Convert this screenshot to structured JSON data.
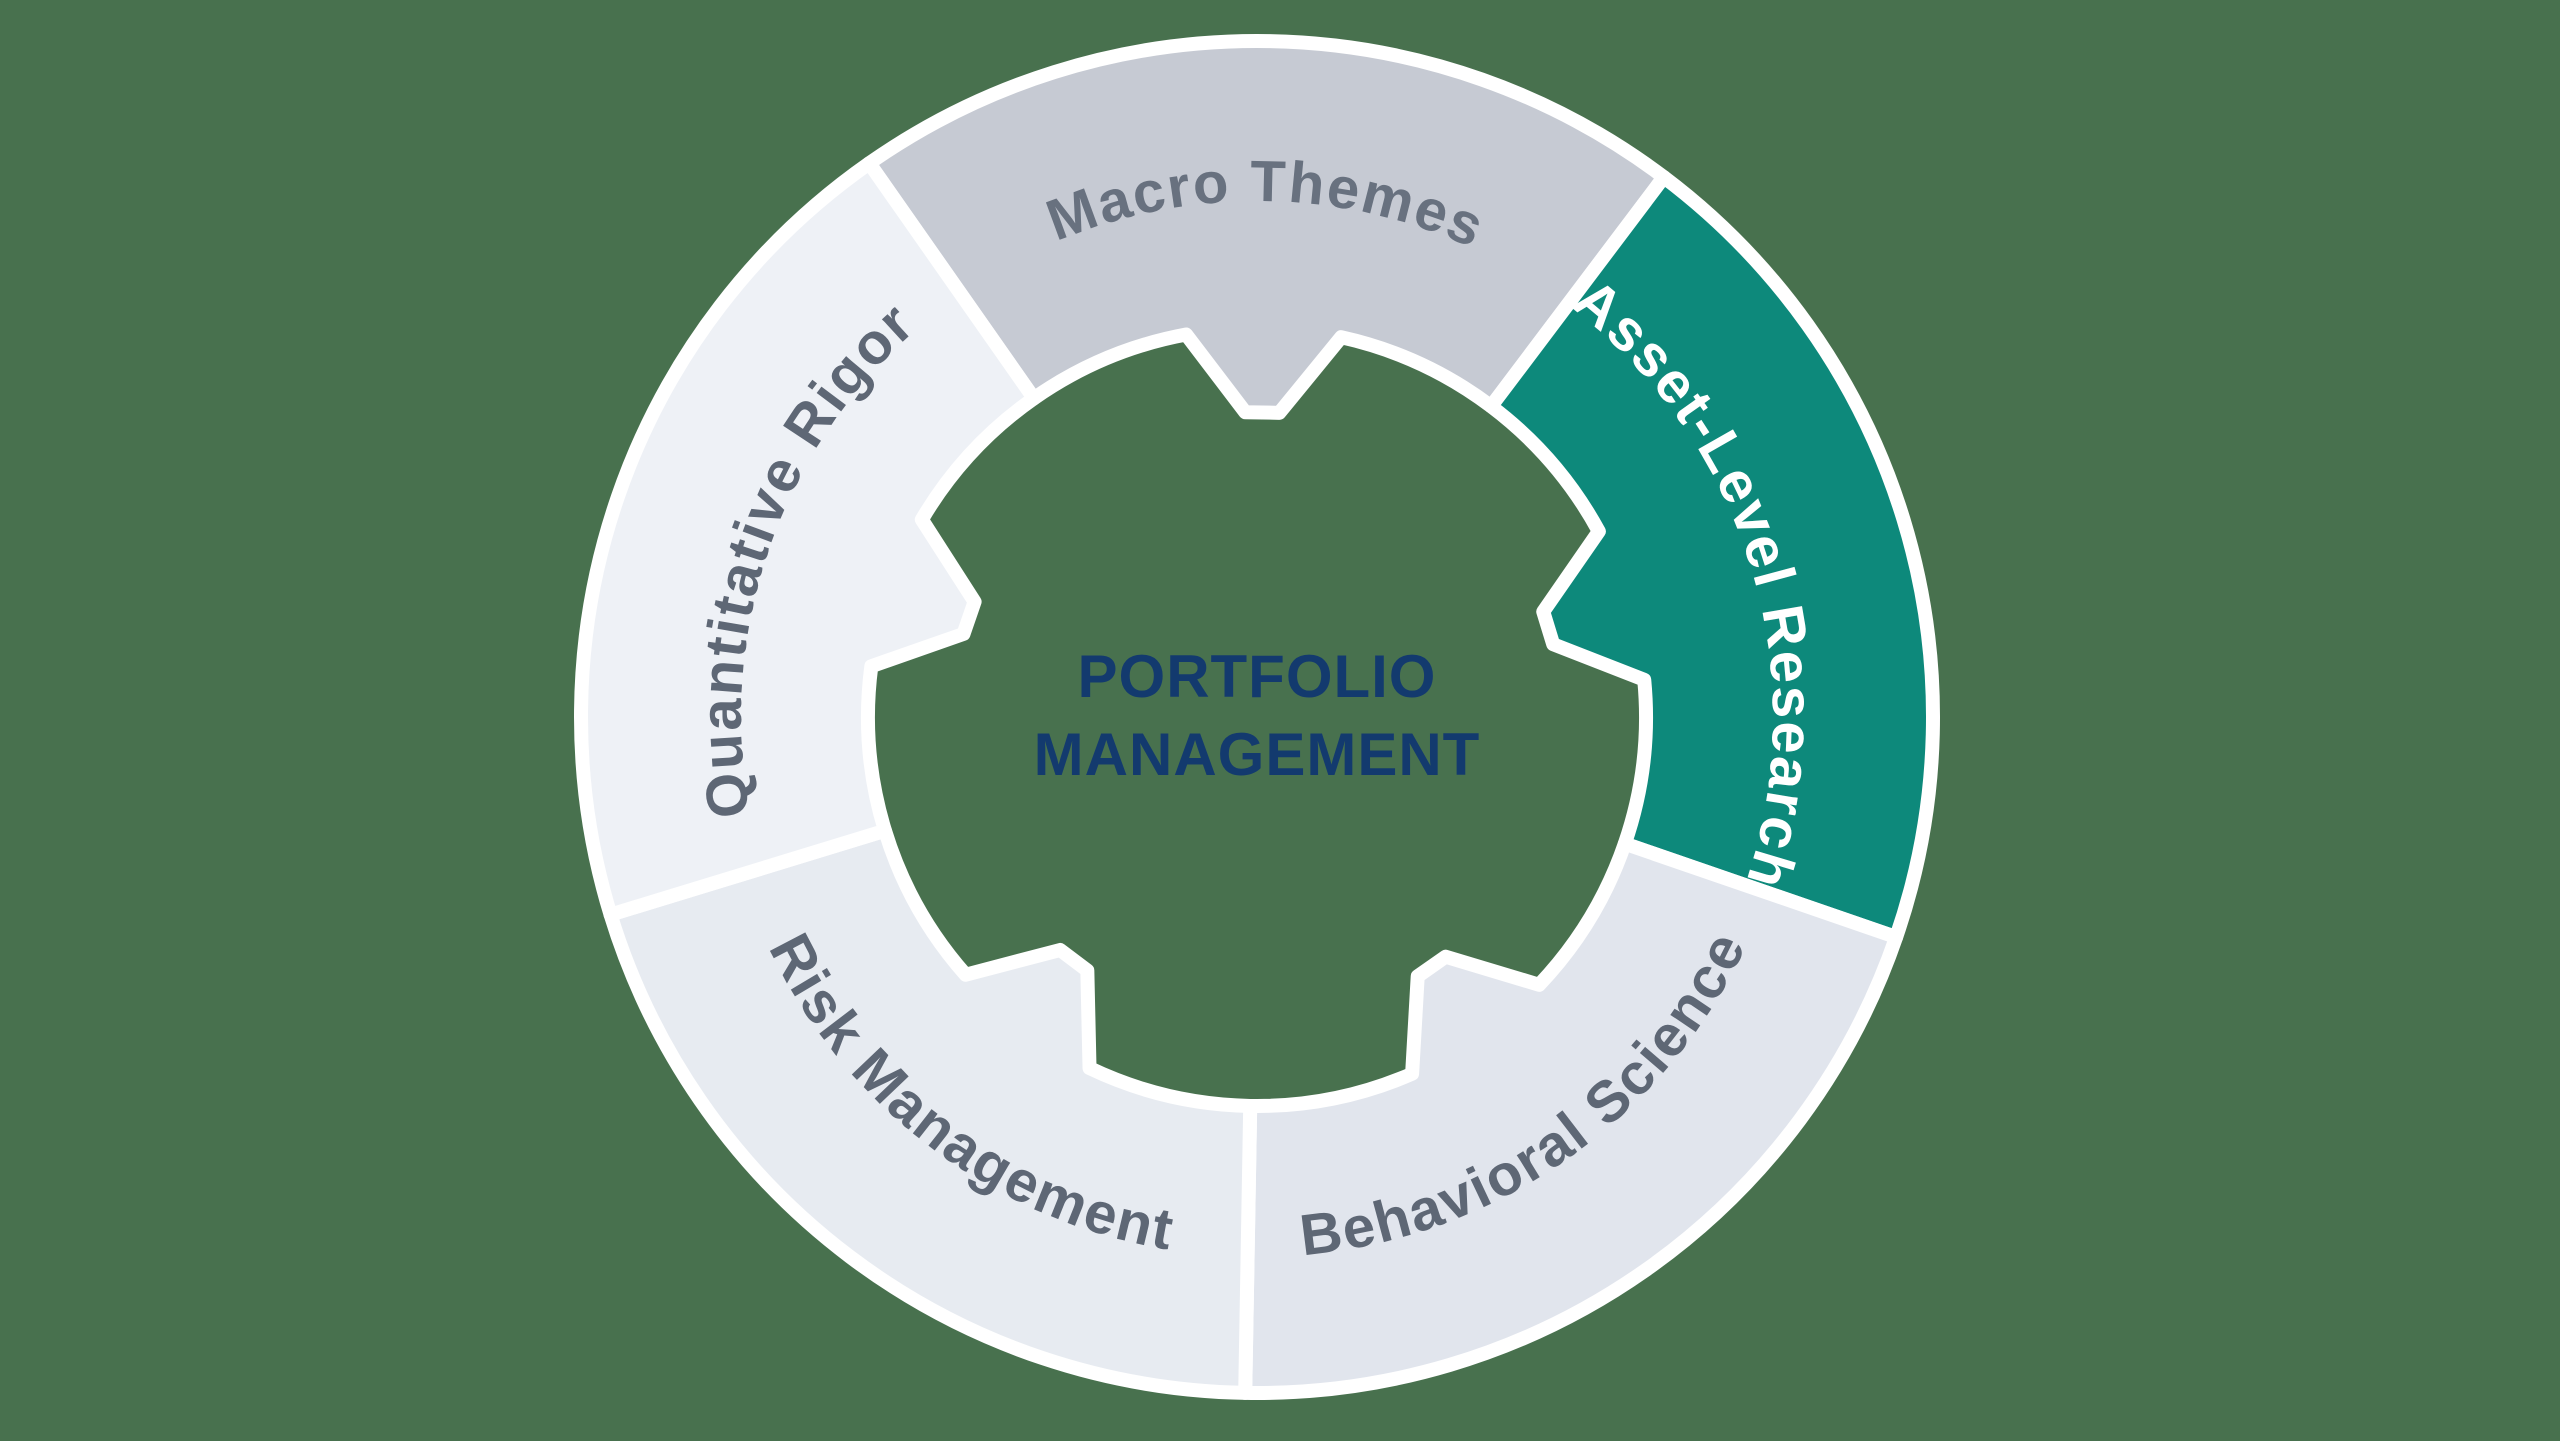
{
  "chart_data": {
    "type": "circular-process-diagram",
    "center_label": {
      "line1": "PORTFOLIO",
      "line2": "MANAGEMENT"
    },
    "segments": [
      {
        "id": "macro-themes",
        "label": "Macro Themes",
        "fill": "#c6cad3",
        "label_color": "#68717f",
        "start_angle": 53,
        "end_angle": 125,
        "label_side": "outer-top",
        "highlighted": false
      },
      {
        "id": "asset-level-research",
        "label": "Asset-Level Research",
        "fill": "#0d897b",
        "label_color": "#ffffff",
        "start_angle": -19,
        "end_angle": 53,
        "label_side": "outer-top",
        "highlighted": true
      },
      {
        "id": "behavioral-science",
        "label": "Behavioral Science",
        "fill": "#e1e5ed",
        "label_color": "#5e6775",
        "start_angle": -91,
        "end_angle": -19,
        "label_side": "inner-bottom",
        "highlighted": false
      },
      {
        "id": "risk-management",
        "label": "Risk Management",
        "fill": "#e7ebf1",
        "label_color": "#5e6775",
        "start_angle": -163,
        "end_angle": -91,
        "label_side": "inner-bottom",
        "highlighted": false
      },
      {
        "id": "quantitative-rigor",
        "label": "Quantitative Rigor",
        "fill": "#eef1f6",
        "label_color": "#5e6775",
        "start_angle": 125,
        "end_angle": 197,
        "label_side": "outer-top",
        "highlighted": false
      }
    ],
    "colors": {
      "background": "#48714e",
      "divider": "#ffffff",
      "center_text": "#133a6e"
    }
  }
}
